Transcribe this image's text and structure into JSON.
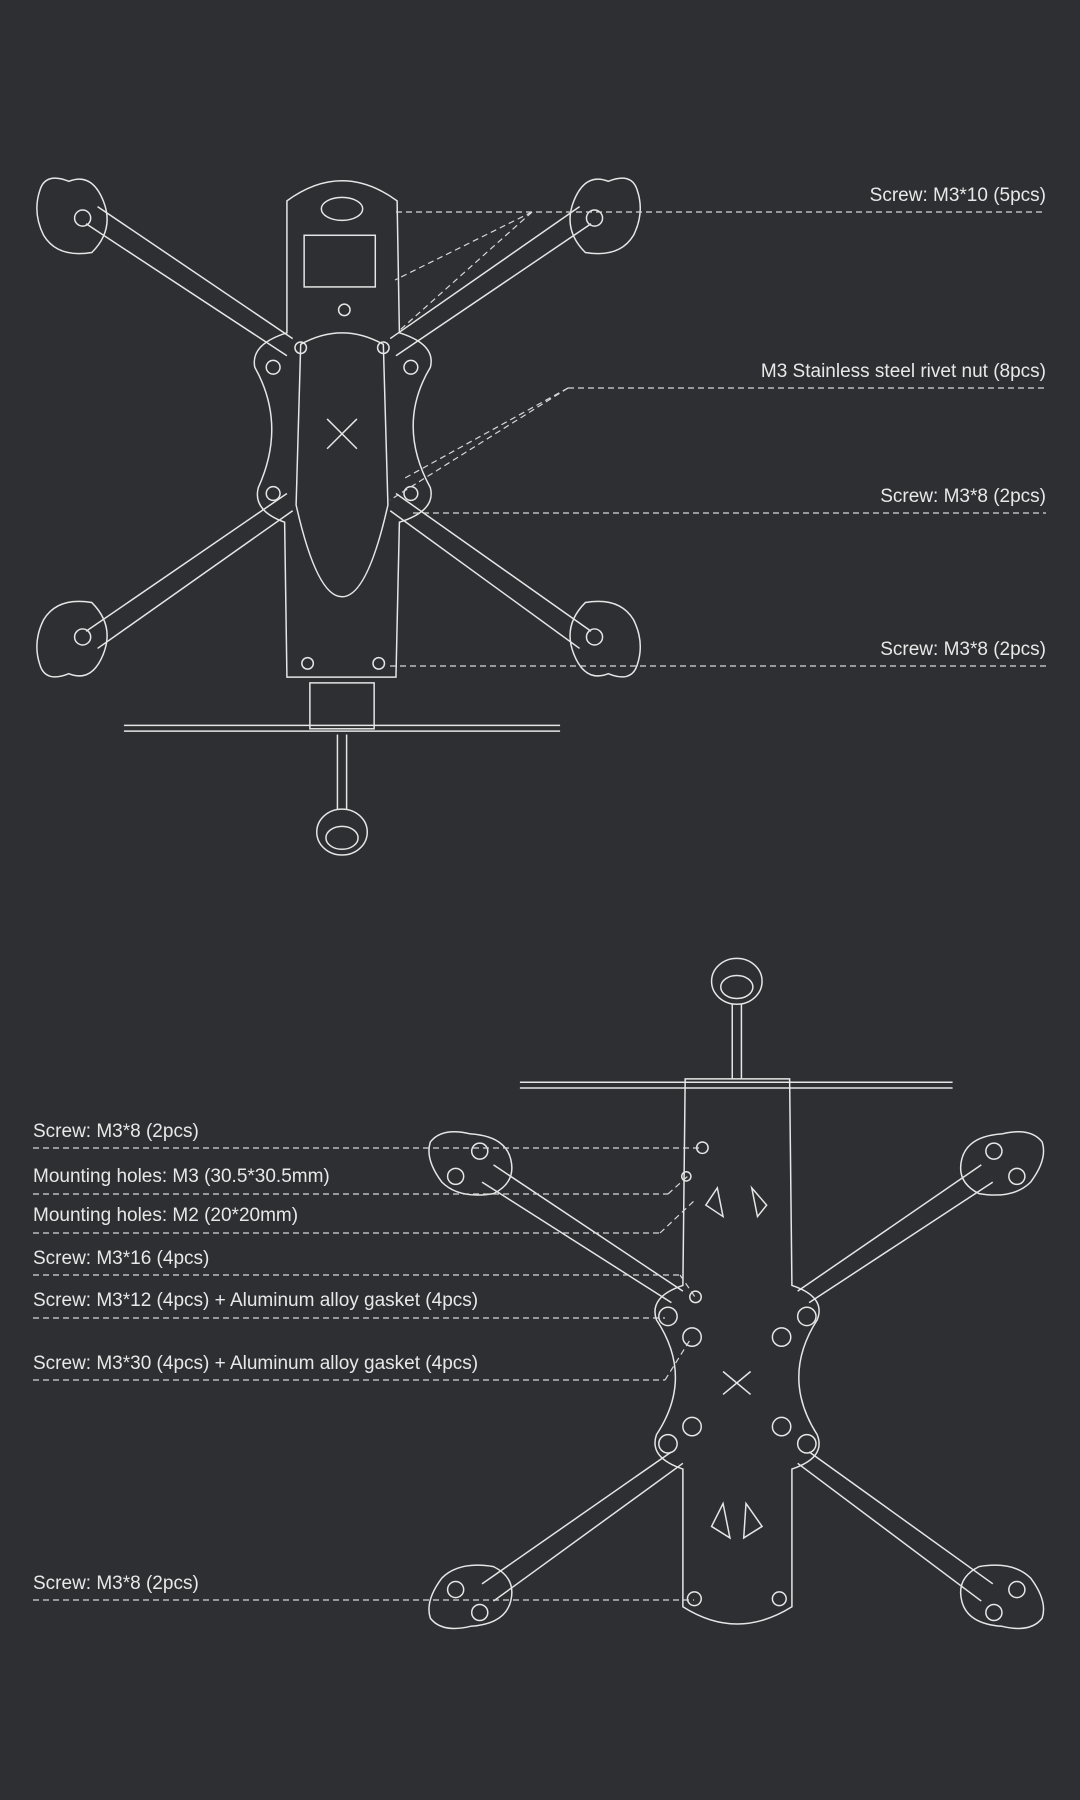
{
  "top_view": {
    "labels": [
      "Screw: M3*10 (5pcs)",
      "M3 Stainless steel rivet nut (8pcs)",
      "Screw: M3*8 (2pcs)",
      "Screw: M3*8 (2pcs)"
    ]
  },
  "bottom_view": {
    "labels": [
      "Screw: M3*8 (2pcs)",
      "Mounting holes: M3 (30.5*30.5mm)",
      "Mounting holes: M2 (20*20mm)",
      "Screw: M3*16 (4pcs)",
      "Screw: M3*12 (4pcs) + Aluminum alloy gasket (4pcs)",
      "Screw: M3*30 (4pcs) + Aluminum alloy gasket (4pcs)",
      "Screw: M3*8 (2pcs)"
    ]
  },
  "colors": {
    "background": "#2e2f32",
    "line": "#e0e0e0"
  }
}
